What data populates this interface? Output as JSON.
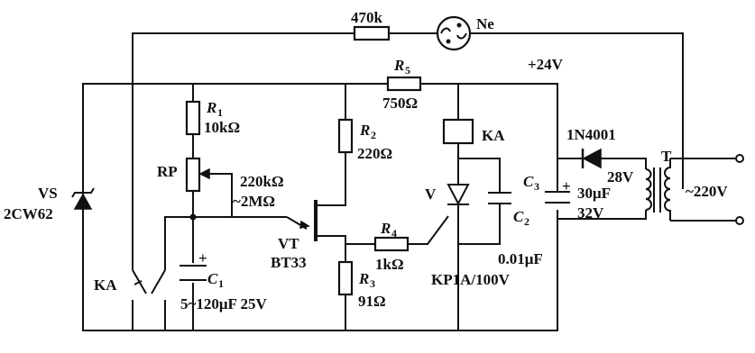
{
  "labels": {
    "r470": "470k",
    "ne": "Ne",
    "r5": "R",
    "r5_sub": "5",
    "r5_val": "750Ω",
    "supply": "+24V",
    "r1": "R",
    "r1_sub": "1",
    "r1_val": "10kΩ",
    "r2": "R",
    "r2_sub": "2",
    "r2_val": "220Ω",
    "ka_coil": "KA",
    "d4001": "1N4001",
    "t": "T",
    "rp": "RP",
    "rp_val1": "220kΩ",
    "rp_val2": "~2MΩ",
    "vs": "VS",
    "vs_val": "2CW62",
    "v": "V",
    "c2": "C",
    "c2_sub": "2",
    "c3": "C",
    "c3_sub": "3",
    "c3_val1": "30μF",
    "c3_val2": "32V",
    "t_sec": "28V",
    "t_pri": "~220V",
    "vt": "VT",
    "vt_val": "BT33",
    "r4": "R",
    "r4_sub": "4",
    "r4_val": "1kΩ",
    "c2_val": "0.01μF",
    "v_val": "KP1A/100V",
    "ka_contact": "KA",
    "c1": "C",
    "c1_sub": "1",
    "c1_val": "5~120μF 25V",
    "r3": "R",
    "r3_sub": "3",
    "r3_val": "91Ω",
    "plus_c1": "+",
    "plus_c3": "+"
  }
}
